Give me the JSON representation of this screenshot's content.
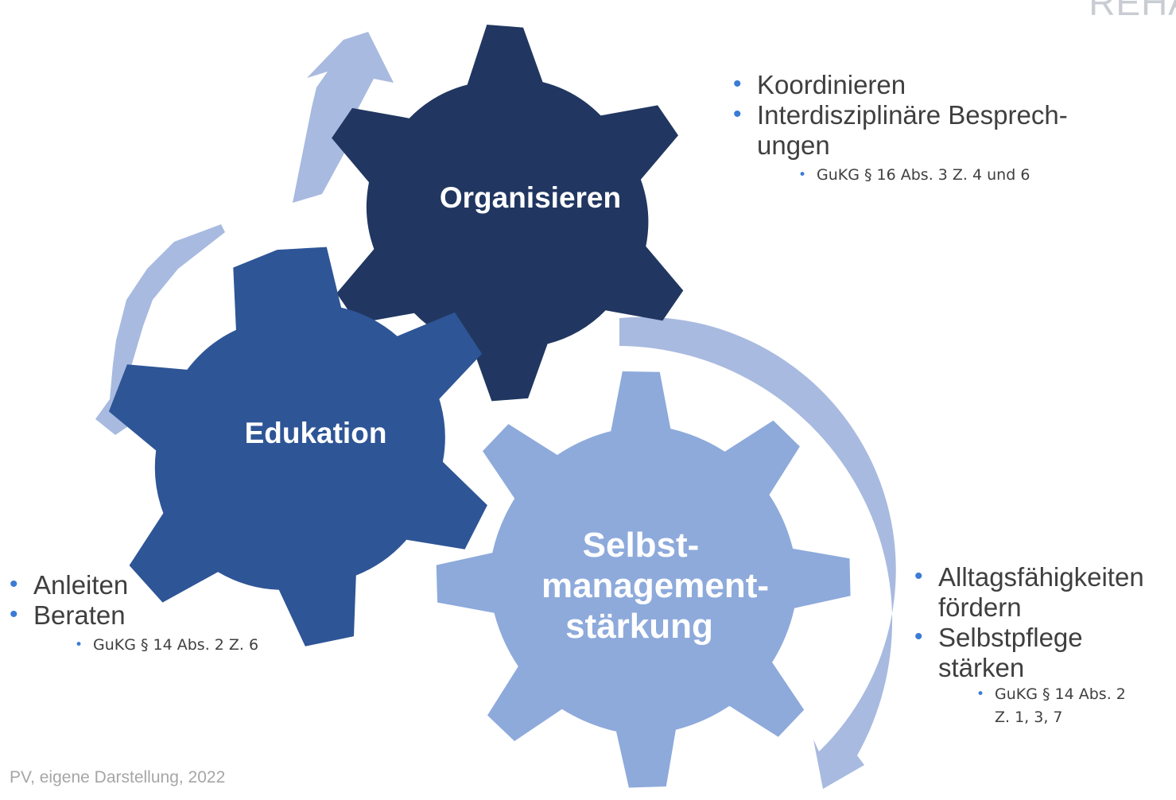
{
  "corner_word": "REHA",
  "gears": {
    "organisieren": {
      "label": "Organisieren",
      "color": "#213761"
    },
    "edukation": {
      "label": "Edukation",
      "color": "#2e5596"
    },
    "selbst": {
      "label_lines": [
        "Selbst-",
        "management-",
        "stärkung"
      ],
      "color": "#8eaadb"
    }
  },
  "arrow_color": "#a8badf",
  "bullet_color": "#3a7bd5",
  "text_color": "#3f3f3f",
  "organisieren_notes": {
    "items": [
      "Koordinieren",
      "Interdisziplinäre Besprech-\nungen"
    ],
    "sub": "GuKG § 16 Abs. 3 Z. 4 und 6"
  },
  "edukation_notes": {
    "items": [
      "Anleiten",
      "Beraten"
    ],
    "sub": "GuKG § 14 Abs. 2 Z. 6"
  },
  "selbst_notes": {
    "items": [
      "Alltagsfähigkeiten\nfördern",
      "Selbstpflege\nstärken"
    ],
    "sub": "GuKG § 14  Abs. 2\nZ. 1, 3, 7"
  },
  "source": "PV, eigene Darstellung, 2022"
}
